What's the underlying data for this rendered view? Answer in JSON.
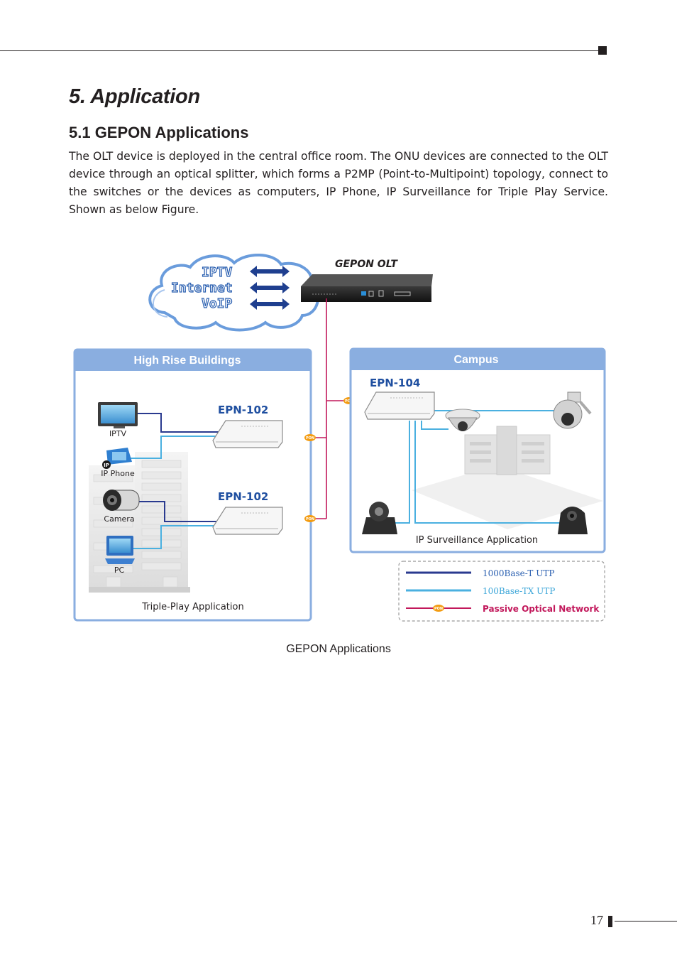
{
  "document": {
    "chapter_title": "5. Application",
    "section_title": "5.1 GEPON Applications",
    "intro": "The OLT device is deployed in the central office room. The ONU devices are connected to the OLT device through an optical splitter, which forms a P2MP (Point-to-Multipoint) topology, connect to the switches or the devices as computers, IP Phone, IP Surveillance for Triple Play Service. Shown as below Figure.",
    "figure_caption": "GEPON Applications",
    "page_number": "17"
  },
  "diagram": {
    "cloud": {
      "line1": "IPTV",
      "line2": "Internet",
      "line3": "VoIP"
    },
    "olt_label": "GEPON OLT",
    "high_rise": {
      "title": "High Rise Buildings",
      "onu1": "EPN-102",
      "onu2": "EPN-102",
      "iptv": "IPTV",
      "ip_badge": "IP",
      "ip_phone": "IP Phone",
      "camera": "Camera",
      "pc": "PC",
      "footer": "Triple-Play Application"
    },
    "campus": {
      "title": "Campus",
      "onu": "EPN-104",
      "footer": "IP Surveillance Application"
    },
    "pon_tag": "PON",
    "legend": {
      "gigabit": "1000Base-T UTP",
      "fast": "100Base-TX UTP",
      "pon": "Passive Optical Network"
    },
    "colors": {
      "gigabit_line": "#2a3a8f",
      "fast_line": "#4ab0e0",
      "pon_line": "#c2185b",
      "panel_header": "#8aaee0",
      "panel_border": "#8aaee0",
      "model_text": "#1f4fa0"
    }
  }
}
